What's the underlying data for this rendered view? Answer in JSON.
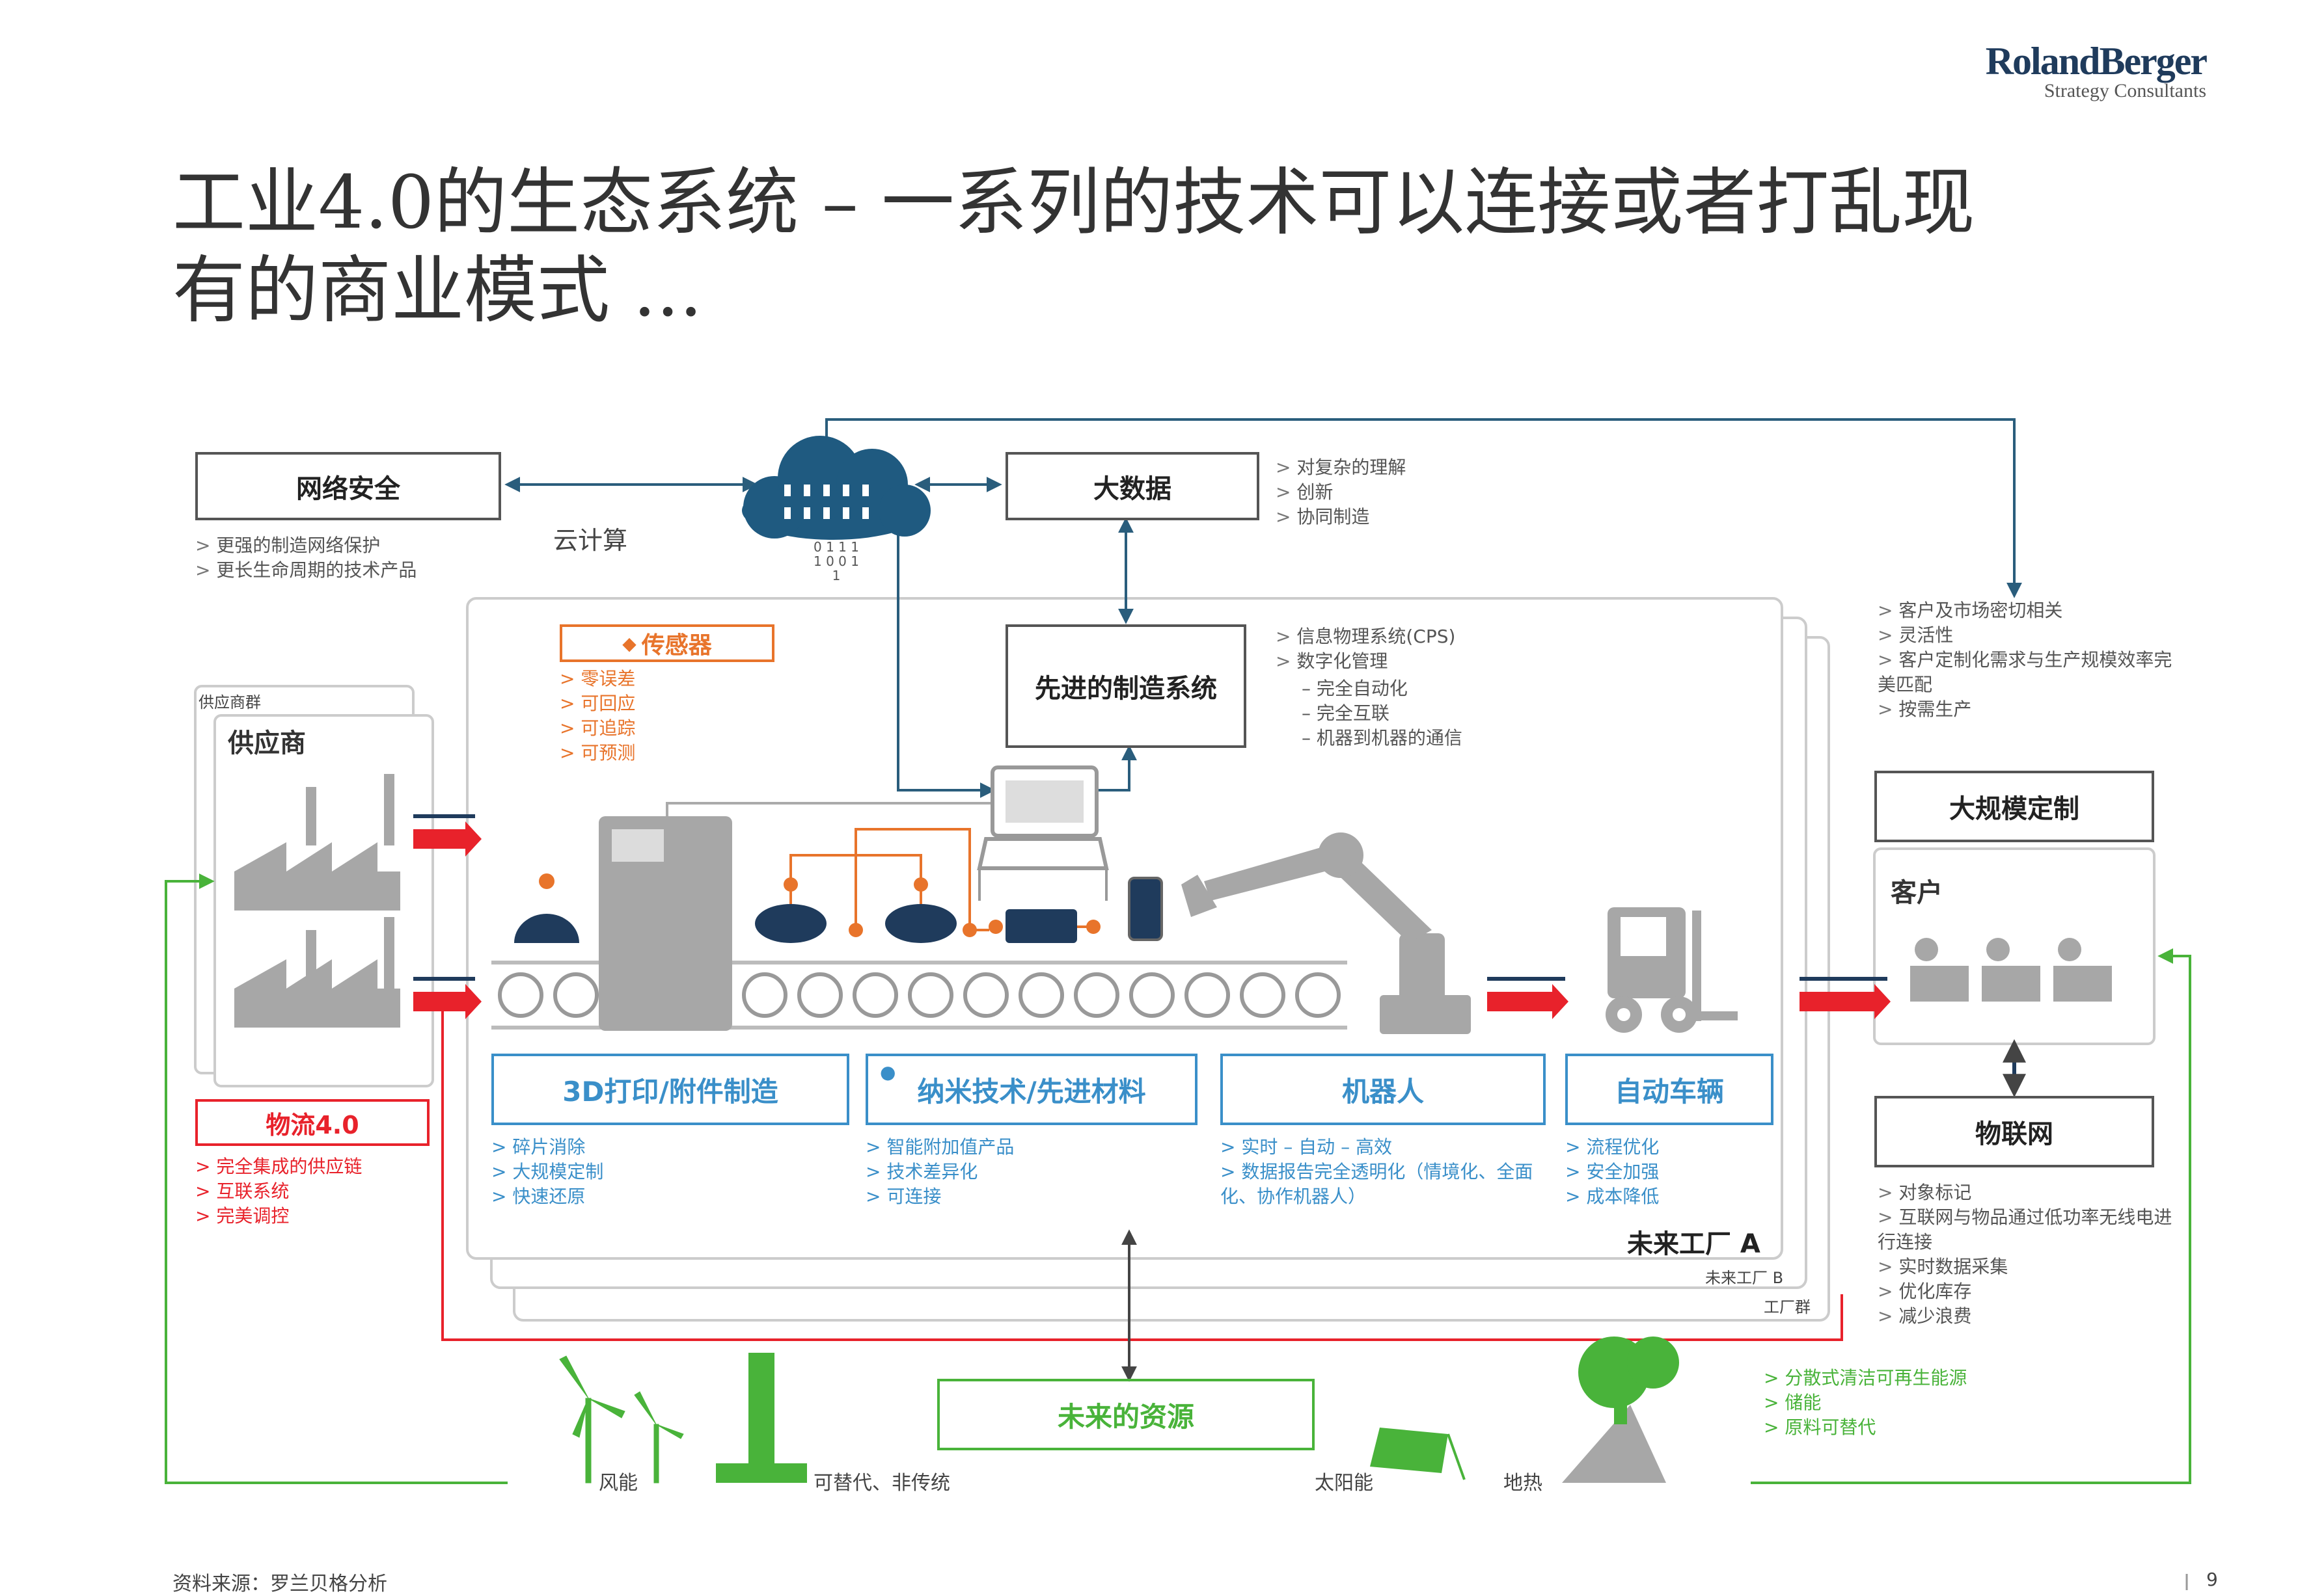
{
  "brand": {
    "name": "RolandBerger",
    "tagline": "Strategy Consultants"
  },
  "title": {
    "line1": "工业4.0的生态系统 – 一系列的技术可以连接或者打乱现",
    "line2": "有的商业模式 ..."
  },
  "cyber_security": {
    "label": "网络安全",
    "bullets": [
      "更强的制造网络保护",
      "更长生命周期的技术产品"
    ]
  },
  "cloud": {
    "label": "云计算",
    "bits_row1": "0 1 1 1",
    "bits_row2": "1 0 0 1",
    "bits_row3": "1"
  },
  "big_data": {
    "label": "大数据",
    "bullets": [
      "对复杂的理解",
      "创新",
      "协同制造"
    ]
  },
  "advanced_mfg": {
    "label": "先进的制造系统",
    "bullets": [
      "信息物理系统(CPS)",
      "数字化管理"
    ],
    "sub_bullets": [
      "完全自动化",
      "完全互联",
      "机器到机器的通信"
    ]
  },
  "sensors": {
    "label": "传感器",
    "bullets": [
      "零误差",
      "可回应",
      "可追踪",
      "可预测"
    ]
  },
  "supplier": {
    "network_label": "供应商群",
    "label": "供应商"
  },
  "logistics": {
    "label": "物流4.0",
    "bullets": [
      "完全集成的供应链",
      "互联系统",
      "完美调控"
    ]
  },
  "technologies": [
    {
      "label": "3D打印/附件制造",
      "bullets": [
        "碎片消除",
        "大规模定制",
        "快速还原"
      ]
    },
    {
      "label": "纳米技术/先进材料",
      "bullets": [
        "智能附加值产品",
        "技术差异化",
        "可连接"
      ]
    },
    {
      "label": "机器人",
      "bullets": [
        "实时 – 自动 – 高效",
        "数据报告完全透明化（情境化、全面化、协作机器人）"
      ]
    },
    {
      "label": "自动车辆",
      "bullets": [
        "流程优化",
        "安全加强",
        "成本降低"
      ]
    }
  ],
  "factories": {
    "a": "未来工厂 A",
    "b": "未来工厂 B",
    "c": "工厂群"
  },
  "customer_right": {
    "bullets": [
      "客户及市场密切相关",
      "灵活性",
      "客户定制化需求与生产规模效率完美匹配",
      "按需生产"
    ]
  },
  "mass_customization": {
    "label": "大规模定制"
  },
  "customer": {
    "label": "客户"
  },
  "iot": {
    "label": "物联网",
    "bullets": [
      "对象标记",
      "互联网与物品通过低功率无线电进行连接",
      "实时数据采集",
      "优化库存",
      "减少浪费"
    ]
  },
  "resources": {
    "label": "未来的资源",
    "bullets": [
      "分散式清洁可再生能源",
      "储能",
      "原料可替代"
    ]
  },
  "energy": {
    "wind": "风能",
    "alt": "可替代、非传统",
    "solar": "太阳能",
    "geo": "地热"
  },
  "footer": {
    "source": "资料来源：罗兰贝格分析",
    "page": "9"
  },
  "colors": {
    "blue": "#3a8fc9",
    "red": "#e8222b",
    "green": "#49b33a",
    "orange": "#e8742b",
    "navy": "#1f3b5c",
    "gray": "#a7a7a7"
  }
}
